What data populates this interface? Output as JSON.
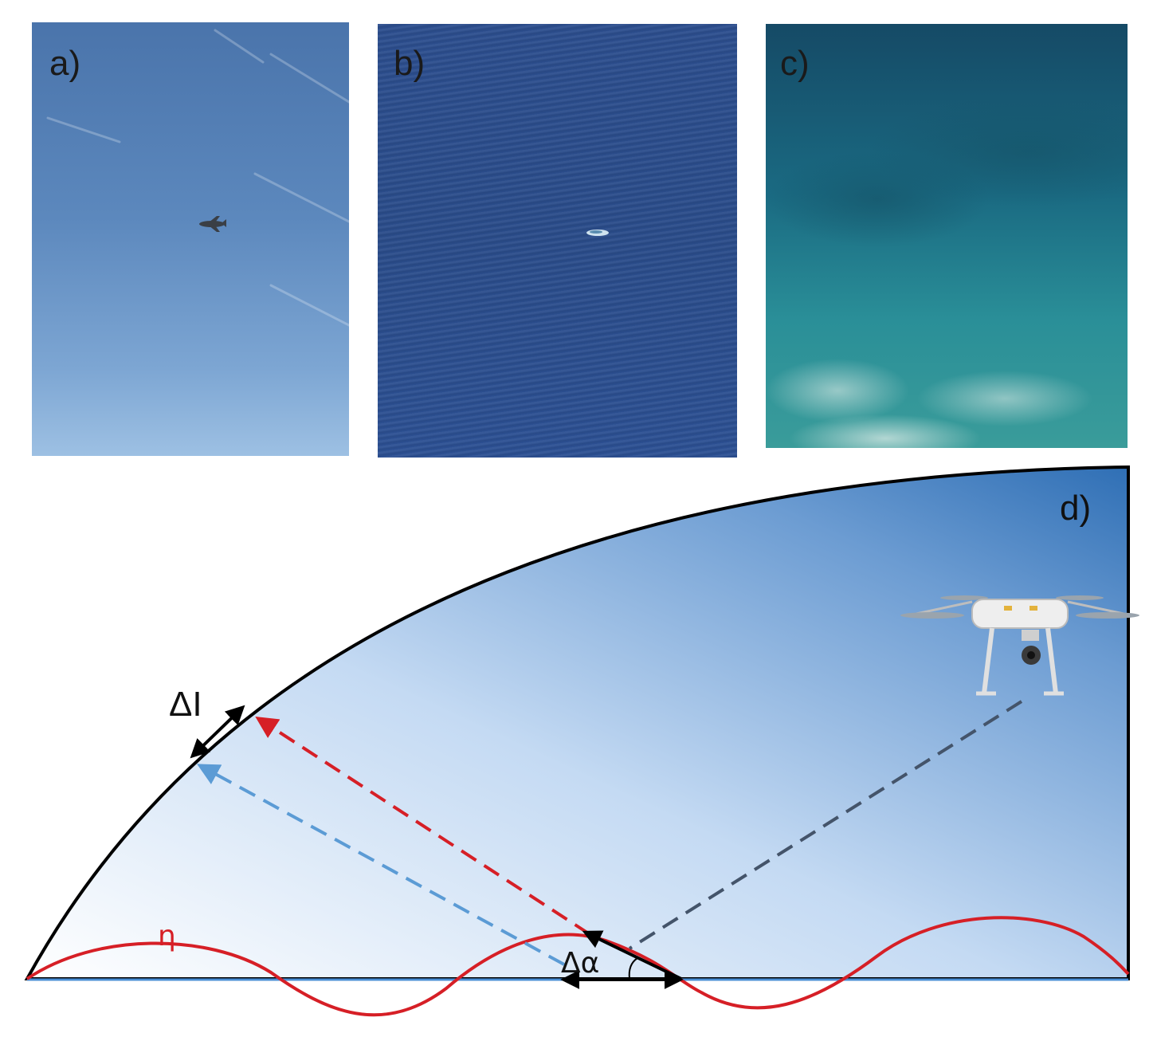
{
  "panels": {
    "a": {
      "label": "a)"
    },
    "b": {
      "label": "b)"
    },
    "c": {
      "label": "c)"
    },
    "d": {
      "label": "d)"
    }
  },
  "diagram": {
    "delta_l_label": "ΔI",
    "eta_label": "η",
    "delta_alpha_label": "Δα"
  },
  "colors": {
    "wave": "#d61f26",
    "baseline": "#4a8fd6",
    "reflected_red": "#d61f26",
    "reflected_blue": "#5b9bd5",
    "incident": "#44546a",
    "outline": "#000000"
  }
}
